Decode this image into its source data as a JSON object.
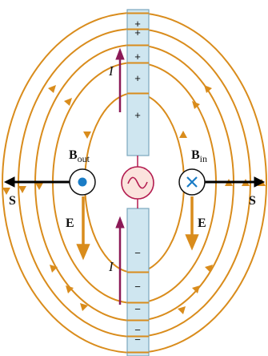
{
  "diagram": {
    "top_charges": [
      "+",
      "+",
      "+",
      "+",
      "+"
    ],
    "bottom_charges": [
      "−",
      "−",
      "−",
      "−",
      "−"
    ],
    "current_label": "I",
    "b_out": {
      "main": "B",
      "sub": "out"
    },
    "b_in": {
      "main": "B",
      "sub": "in"
    },
    "e_label": "E",
    "s_label": "S",
    "colors": {
      "field_line": "#d98c1c",
      "antenna_fill": "#cfe6f0",
      "antenna_stroke": "#7aa6bd",
      "current_arrow": "#8c1a57",
      "source_circle": "#b31b4f",
      "source_fill": "#fbe3dd",
      "b_symbol": "#1a7cc6",
      "poynting": "#000000"
    },
    "icons": {
      "source": "ac-source-icon",
      "b_out": "dot-out-of-page-icon",
      "b_in": "cross-into-page-icon"
    }
  }
}
